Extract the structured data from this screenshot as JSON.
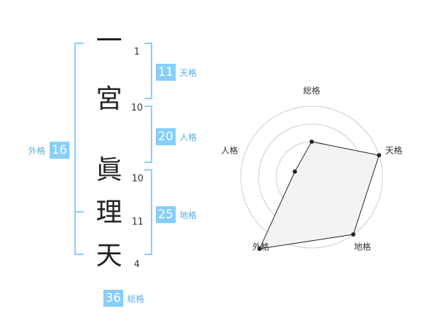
{
  "name": {
    "chars": [
      "一",
      "宮",
      "眞",
      "理",
      "天"
    ],
    "strokes": [
      "1",
      "10",
      "10",
      "11",
      "4"
    ]
  },
  "gakusu": {
    "tenkaku": {
      "value": "11",
      "label": "天格"
    },
    "jinkaku": {
      "value": "20",
      "label": "人格"
    },
    "chikaku": {
      "value": "25",
      "label": "地格"
    },
    "gaikaku": {
      "value": "16",
      "label": "外格"
    },
    "soukaku": {
      "value": "36",
      "label": "総格"
    }
  },
  "colors": {
    "accent": "#87cefa",
    "accent_text": "#5aaee0",
    "bracket": "#87cefa",
    "radar_fill": "#f2f2f2",
    "radar_grid": "#cccccc",
    "radar_line": "#222222"
  },
  "chart_data": {
    "type": "radar",
    "axes": [
      "総格",
      "天格",
      "地格",
      "外格",
      "人格"
    ],
    "scale_rings": 4,
    "values": [
      2,
      4,
      4,
      5,
      1
    ]
  }
}
